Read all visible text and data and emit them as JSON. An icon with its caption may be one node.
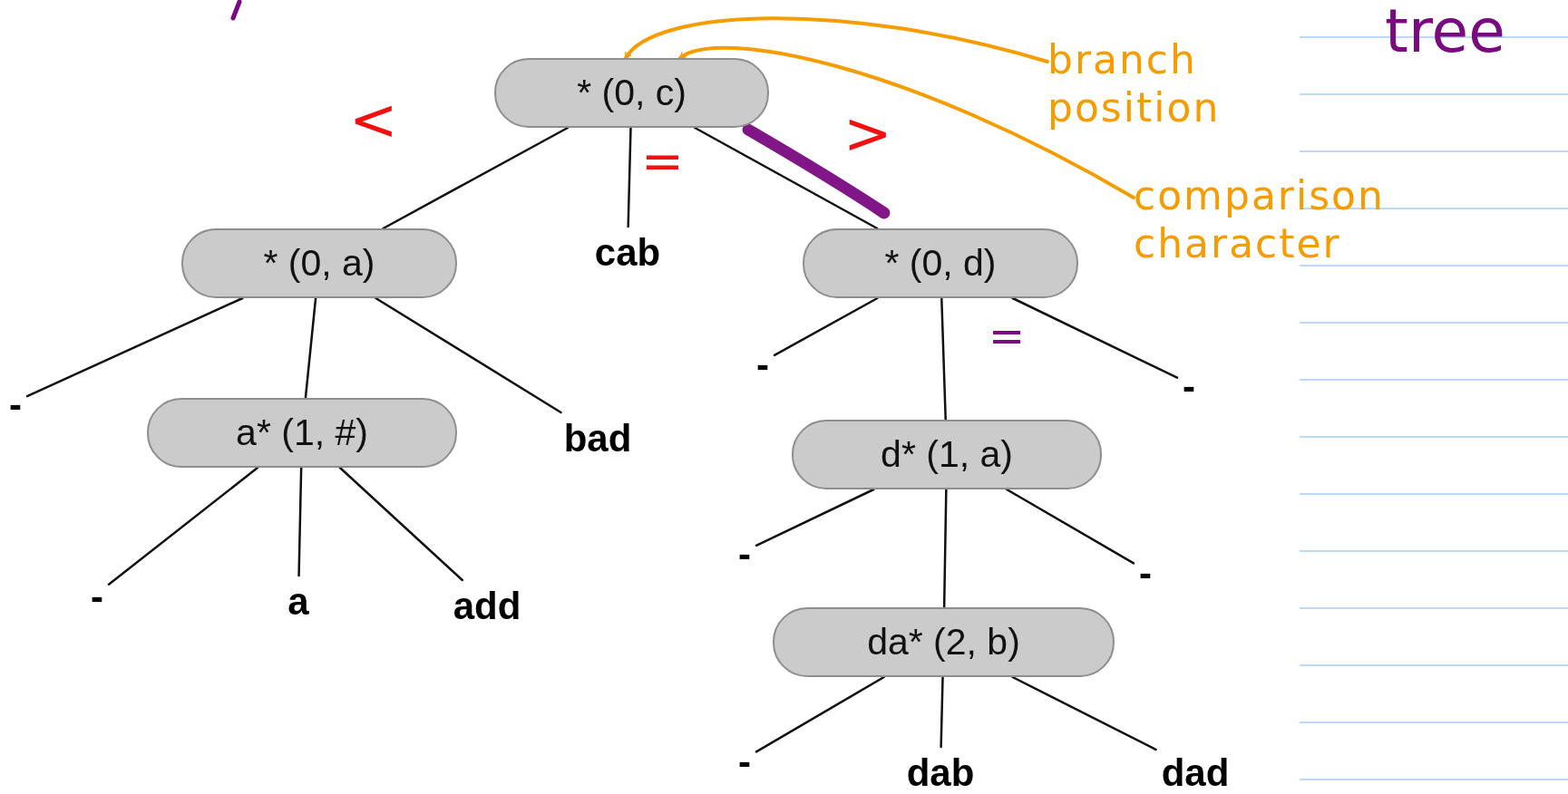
{
  "diagram": {
    "nodes": [
      {
        "text": [
          "* (0, c)"
        ]
      },
      {
        "text": [
          "* (0, a)"
        ]
      },
      {
        "text": [
          "cab"
        ]
      },
      {
        "text": [
          "* (0, d)"
        ]
      },
      {
        "text": [
          "-"
        ]
      },
      {
        "text": [
          "a* (1, #)"
        ]
      },
      {
        "text": [
          "bad"
        ]
      },
      {
        "text": [
          "-"
        ]
      },
      {
        "text": [
          "d* (1, a)"
        ]
      },
      {
        "text": [
          "-"
        ]
      },
      {
        "text": [
          "-"
        ]
      },
      {
        "text": [
          "a"
        ]
      },
      {
        "text": [
          "add"
        ]
      },
      {
        "text": [
          "-"
        ]
      },
      {
        "text": [
          "-"
        ]
      },
      {
        "text": [
          "da* (2, b)"
        ]
      },
      {
        "text": [
          "-"
        ]
      },
      {
        "text": [
          "dab"
        ]
      },
      {
        "text": [
          "dad"
        ]
      },
      {
        "text": [
          "branch position"
        ]
      },
      {
        "text": [
          "comparison character"
        ]
      }
    ],
    "edges": [
      {
        "from": 0,
        "to": 1,
        "arrow": "none"
      },
      {
        "from": 0,
        "to": 2,
        "arrow": "none"
      },
      {
        "from": 0,
        "to": 3,
        "arrow": "none"
      },
      {
        "from": 1,
        "to": 4,
        "arrow": "none"
      },
      {
        "from": 1,
        "to": 5,
        "arrow": "none"
      },
      {
        "from": 1,
        "to": 6,
        "arrow": "none"
      },
      {
        "from": 3,
        "to": 7,
        "arrow": "none"
      },
      {
        "from": 3,
        "to": 8,
        "arrow": "none"
      },
      {
        "from": 3,
        "to": 9,
        "arrow": "none"
      },
      {
        "from": 5,
        "to": 10,
        "arrow": "none"
      },
      {
        "from": 5,
        "to": 11,
        "arrow": "none"
      },
      {
        "from": 5,
        "to": 12,
        "arrow": "none"
      },
      {
        "from": 8,
        "to": 13,
        "arrow": "none"
      },
      {
        "from": 8,
        "to": 15,
        "arrow": "none"
      },
      {
        "from": 8,
        "to": 14,
        "arrow": "none"
      },
      {
        "from": 15,
        "to": 16,
        "arrow": "none"
      },
      {
        "from": 15,
        "to": 17,
        "arrow": "none"
      },
      {
        "from": 15,
        "to": 18,
        "arrow": "none"
      },
      {
        "from": 19,
        "to": 0,
        "arrow": "to",
        "color": "#f59c00"
      },
      {
        "from": 20,
        "to": 0,
        "arrow": "to",
        "color": "#f59c00"
      }
    ],
    "labels": [
      "tree",
      "<",
      "=",
      ">",
      "="
    ]
  }
}
